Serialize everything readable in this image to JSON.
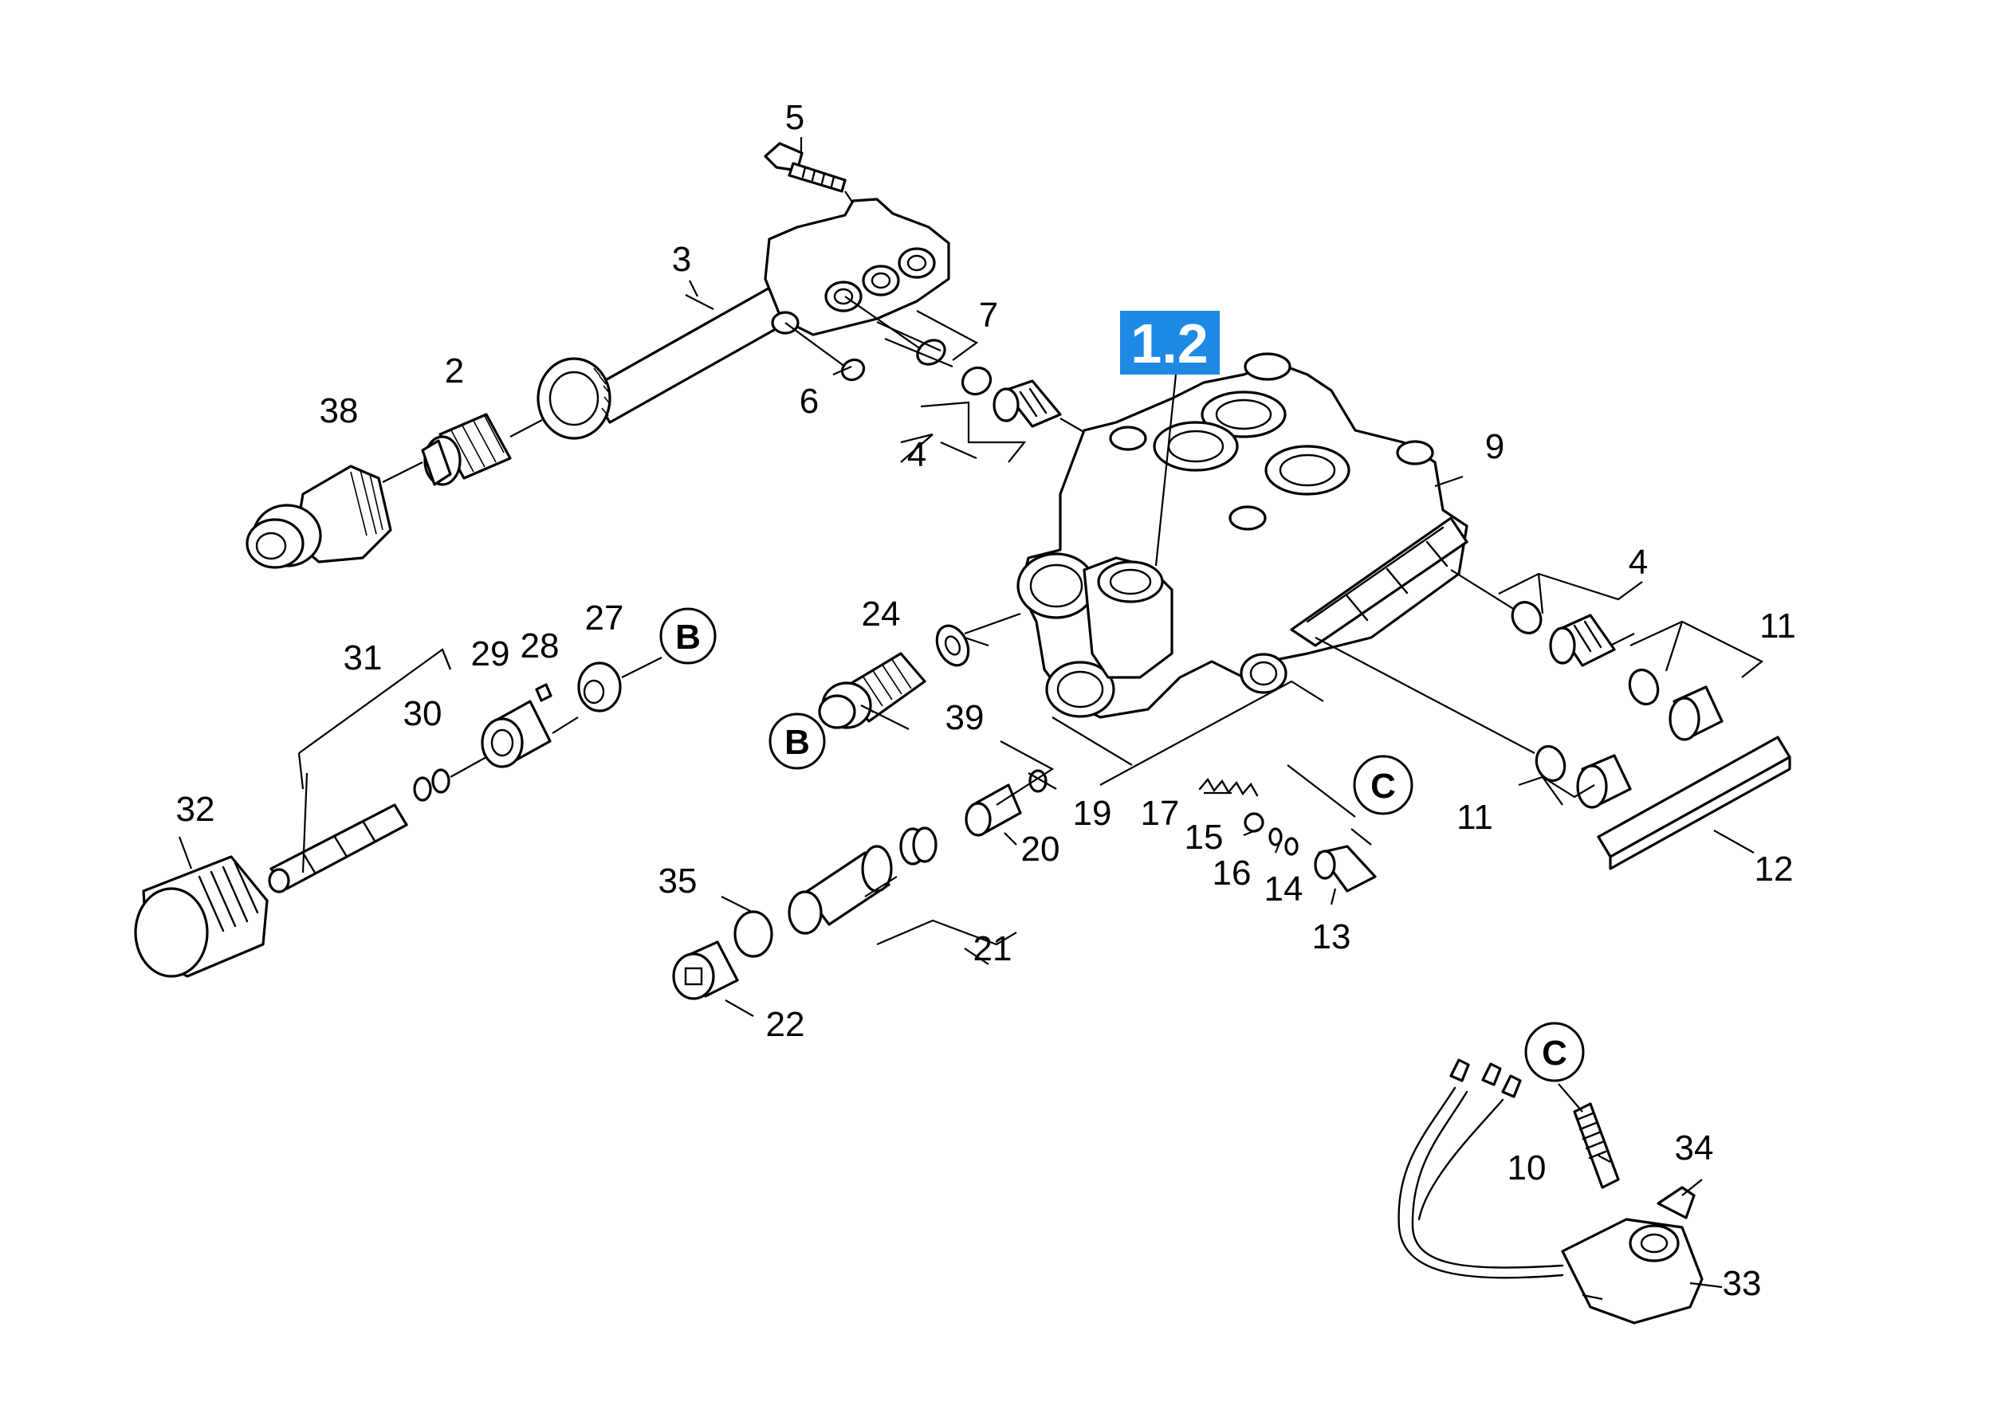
{
  "highlight": {
    "text": "1.2",
    "color": "#1e88e5"
  },
  "references": {
    "b_top": "B",
    "b_left": "B",
    "c_right": "C",
    "c_bottom": "C"
  },
  "labels": {
    "p2": "2",
    "p3": "3",
    "p4a": "4",
    "p4b": "4",
    "p5": "5",
    "p6": "6",
    "p7": "7",
    "p9": "9",
    "p10": "10",
    "p11a": "11",
    "p11b": "11",
    "p12": "12",
    "p13": "13",
    "p14": "14",
    "p15": "15",
    "p16": "16",
    "p17": "17",
    "p19": "19",
    "p20": "20",
    "p21": "21",
    "p22": "22",
    "p24": "24",
    "p27": "27",
    "p28": "28",
    "p29": "29",
    "p30": "30",
    "p31": "31",
    "p32": "32",
    "p33": "33",
    "p34": "34",
    "p35": "35",
    "p38": "38",
    "p39": "39"
  }
}
